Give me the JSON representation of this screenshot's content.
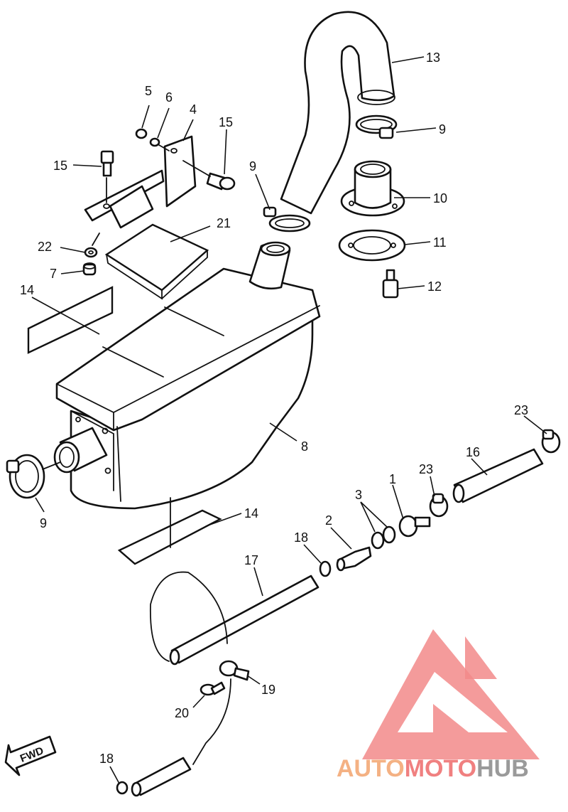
{
  "callouts": {
    "p1": "1",
    "p2": "2",
    "p3": "3",
    "p4": "4",
    "p5": "5",
    "p6": "6",
    "p7": "7",
    "p8": "8",
    "p9a": "9",
    "p9b": "9",
    "p9c": "9",
    "p10": "10",
    "p11": "11",
    "p12": "12",
    "p13": "13",
    "p14a": "14",
    "p14b": "14",
    "p15a": "15",
    "p15b": "15",
    "p16": "16",
    "p17": "17",
    "p18a": "18",
    "p18b": "18",
    "p19": "19",
    "p20": "20",
    "p21": "21",
    "p22": "22",
    "p23a": "23",
    "p23b": "23"
  },
  "fwd_label": "FWD",
  "watermark": {
    "part1": "AUTO",
    "part2": "MOTO",
    "part3": "HUB",
    "color_auto": "#f4b183",
    "color_moto": "#f08080",
    "color_hub": "#9a9a9a",
    "mark_color": "#f28a8a"
  }
}
